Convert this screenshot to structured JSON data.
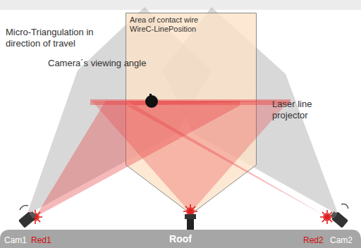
{
  "diagram": {
    "nodes": [
      {
        "text": [
          "Area of contact wire WireC-LinePosition"
        ]
      },
      {
        "text": [
          "Roof"
        ]
      }
    ],
    "labels": [
      "Micro-Triangulation in direction of travel",
      "Camera´s viewing angle",
      "Laser line projector",
      "Cam1",
      "Red1",
      "Red2",
      "Cam2"
    ]
  }
}
